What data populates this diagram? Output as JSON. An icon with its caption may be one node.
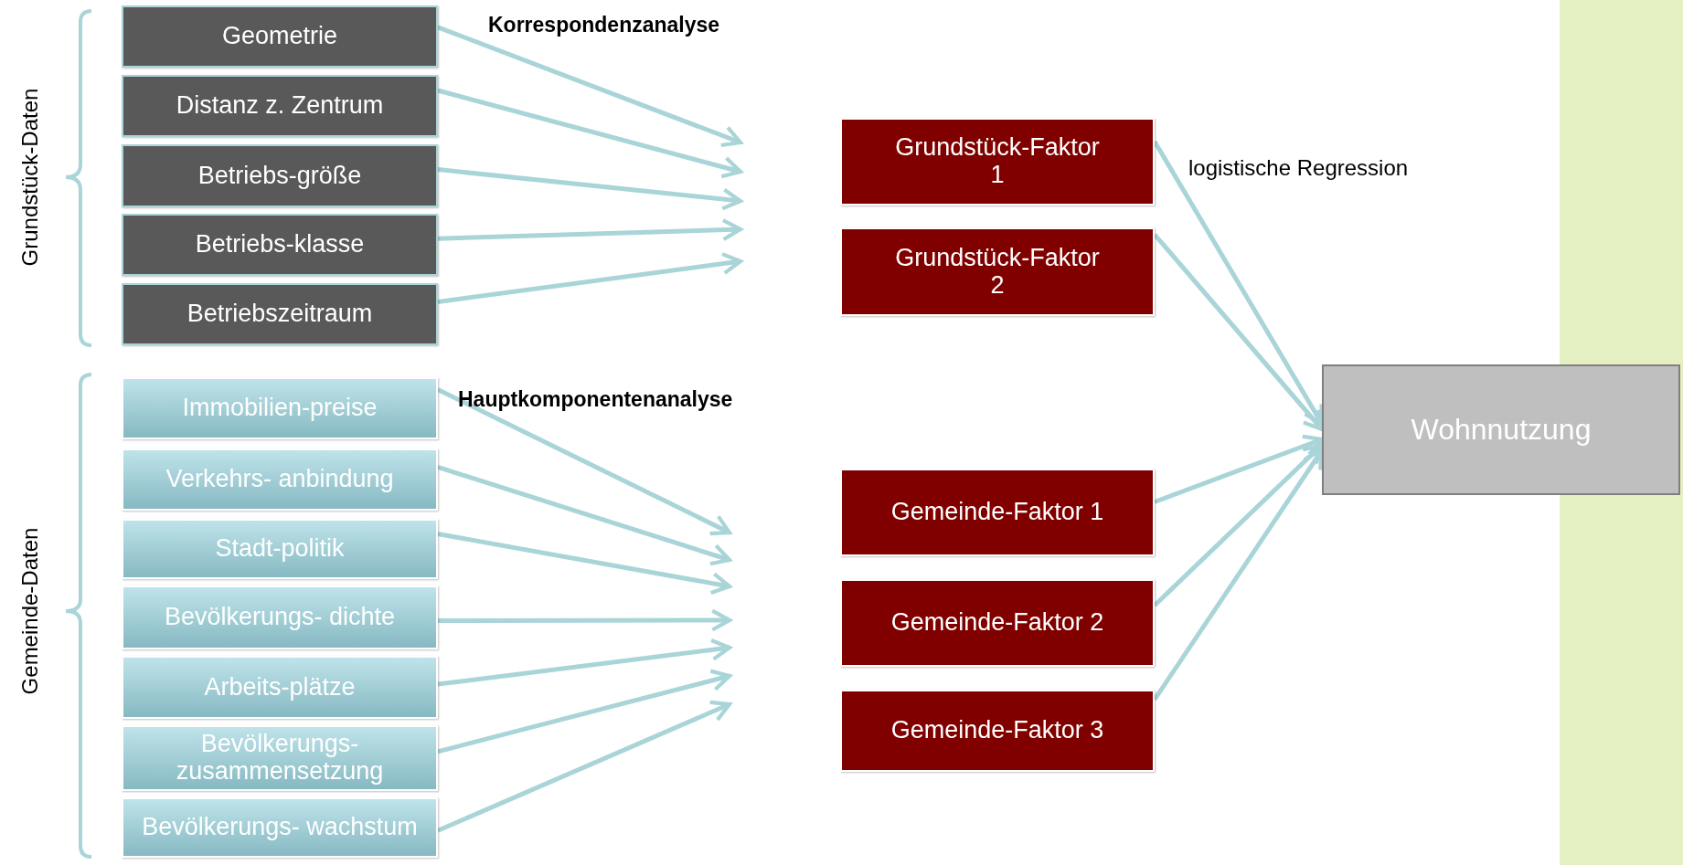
{
  "diagram": {
    "nodes": [
      {
        "text": [
          "Geometrie"
        ]
      },
      {
        "text": [
          "Distanz z. Zentrum"
        ]
      },
      {
        "text": [
          "Betriebs-größe"
        ]
      },
      {
        "text": [
          "Betriebs-klasse"
        ]
      },
      {
        "text": [
          "Betriebszeitraum"
        ]
      },
      {
        "text": [
          "Immobilien-preise"
        ]
      },
      {
        "text": [
          "Verkehrs- anbindung"
        ]
      },
      {
        "text": [
          "Stadt-politik"
        ]
      },
      {
        "text": [
          "Bevölkerungs- dichte"
        ]
      },
      {
        "text": [
          "Arbeits-plätze"
        ]
      },
      {
        "text": [
          "Bevölkerungs- zusammensetzung"
        ]
      },
      {
        "text": [
          "Bevölkerungs- wachstum"
        ]
      },
      {
        "text": [
          "Grundstück-Faktor 1"
        ]
      },
      {
        "text": [
          "Grundstück-Faktor 2"
        ]
      },
      {
        "text": [
          "Gemeinde-Faktor 1"
        ]
      },
      {
        "text": [
          "Gemeinde-Faktor 2"
        ]
      },
      {
        "text": [
          "Gemeinde-Faktor 3"
        ]
      },
      {
        "text": [
          "Wohnnutzung"
        ]
      }
    ],
    "edges": [
      {
        "from": 0,
        "to": null,
        "arrow": "to"
      },
      {
        "from": 1,
        "to": null,
        "arrow": "to"
      },
      {
        "from": 2,
        "to": null,
        "arrow": "to"
      },
      {
        "from": 3,
        "to": null,
        "arrow": "to"
      },
      {
        "from": 4,
        "to": null,
        "arrow": "to"
      },
      {
        "from": 5,
        "to": null,
        "arrow": "to"
      },
      {
        "from": 6,
        "to": null,
        "arrow": "to"
      },
      {
        "from": 7,
        "to": null,
        "arrow": "to"
      },
      {
        "from": 8,
        "to": null,
        "arrow": "to"
      },
      {
        "from": 9,
        "to": null,
        "arrow": "to"
      },
      {
        "from": 10,
        "to": null,
        "arrow": "to"
      },
      {
        "from": 11,
        "to": null,
        "arrow": "to"
      },
      {
        "from": 12,
        "to": 17,
        "arrow": "to"
      },
      {
        "from": 13,
        "to": 17,
        "arrow": "to"
      },
      {
        "from": 14,
        "to": 17,
        "arrow": "to"
      },
      {
        "from": 15,
        "to": 17,
        "arrow": "to"
      },
      {
        "from": 16,
        "to": 17,
        "arrow": "to"
      }
    ],
    "labels": [
      "Grundstück-Daten",
      "Korrespondenzanalyse",
      "logistische Regression",
      "Gemeinde-Daten",
      "Hauptkomponentenanalyse"
    ]
  }
}
